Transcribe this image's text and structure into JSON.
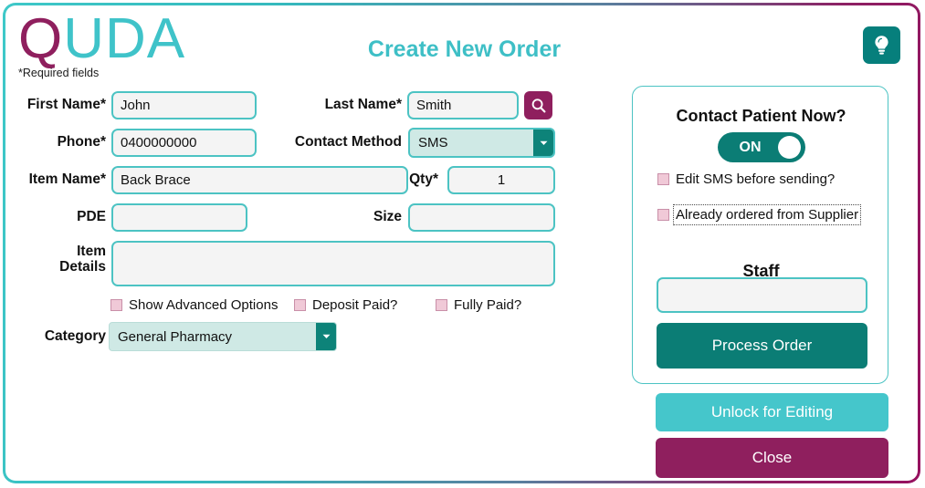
{
  "window": {
    "border_gradient_start": "#3ec8c8",
    "border_gradient_end": "#96115f"
  },
  "branding": {
    "logo_first_letter": "Q",
    "logo_rest": "UDA",
    "logo_q_color": "#8f1f5e",
    "logo_rest_color": "#3fc3c9",
    "required_note": "*Required fields"
  },
  "header": {
    "title": "Create New Order",
    "title_color": "#3ebfc6",
    "help_icon": "lightbulb-icon"
  },
  "form": {
    "first_name": {
      "label": "First Name*",
      "value": "John"
    },
    "last_name": {
      "label": "Last Name*",
      "value": "Smith"
    },
    "search_icon": "magnifier-icon",
    "phone": {
      "label": "Phone*",
      "value": "0400000000"
    },
    "contact_method": {
      "label": "Contact Method",
      "value": "SMS",
      "options": [
        "SMS"
      ]
    },
    "item_name": {
      "label": "Item Name*",
      "value": "Back Brace"
    },
    "qty": {
      "label": "Qty*",
      "value": "1"
    },
    "pde": {
      "label": "PDE",
      "value": ""
    },
    "size": {
      "label": "Size",
      "value": ""
    },
    "item_details": {
      "label_line1": "Item",
      "label_line2": "Details",
      "value": ""
    },
    "checkboxes": [
      {
        "label": "Show Advanced Options",
        "checked": false
      },
      {
        "label": "Deposit Paid?",
        "checked": false
      },
      {
        "label": "Fully Paid?",
        "checked": false
      }
    ],
    "category": {
      "label": "Category",
      "value": "General Pharmacy",
      "options": [
        "General Pharmacy"
      ]
    }
  },
  "contact_panel": {
    "heading": "Contact Patient Now?",
    "toggle": {
      "state_label": "ON",
      "on": true,
      "color": "#0b7d75"
    },
    "checkboxes": [
      {
        "label": "Edit SMS before sending?",
        "checked": false,
        "focused": false
      },
      {
        "label": "Already ordered from Supplier",
        "checked": false,
        "focused": true
      }
    ],
    "staff_heading": "Staff",
    "staff_value": "",
    "process_button": {
      "label": "Process Order",
      "color": "#0b7d75"
    }
  },
  "actions": {
    "unlock_button": {
      "label": "Unlock for Editing",
      "color": "#45c6cb"
    },
    "close_button": {
      "label": "Close",
      "color": "#8f1f5e"
    }
  }
}
